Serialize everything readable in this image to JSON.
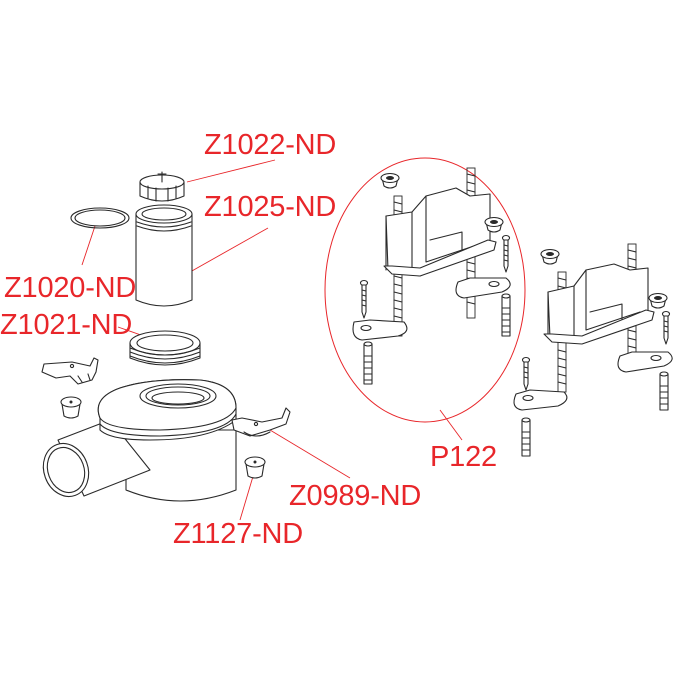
{
  "diagram": {
    "type": "exploded-parts-diagram",
    "subject": "shower drain with adjustable support stand",
    "accent_color": "#e8262a",
    "line_color": "#2a2a2a",
    "labels": [
      {
        "id": "Z1022-ND",
        "text": "Z1022-ND",
        "part": "strainer grate insert"
      },
      {
        "id": "Z1025-ND",
        "text": "Z1025-ND",
        "part": "odour trap tube"
      },
      {
        "id": "Z1020-ND",
        "text": "Z1020-ND",
        "part": "O-ring seal"
      },
      {
        "id": "Z1021-ND",
        "text": "Z1021-ND",
        "part": "threaded clamping ring"
      },
      {
        "id": "Z0989-ND",
        "text": "Z0989-ND",
        "part": "fixing clip"
      },
      {
        "id": "Z1127-ND",
        "text": "Z1127-ND",
        "part": "clip nut"
      },
      {
        "id": "P122",
        "text": "P122",
        "part": "height adjustable support set"
      }
    ]
  }
}
